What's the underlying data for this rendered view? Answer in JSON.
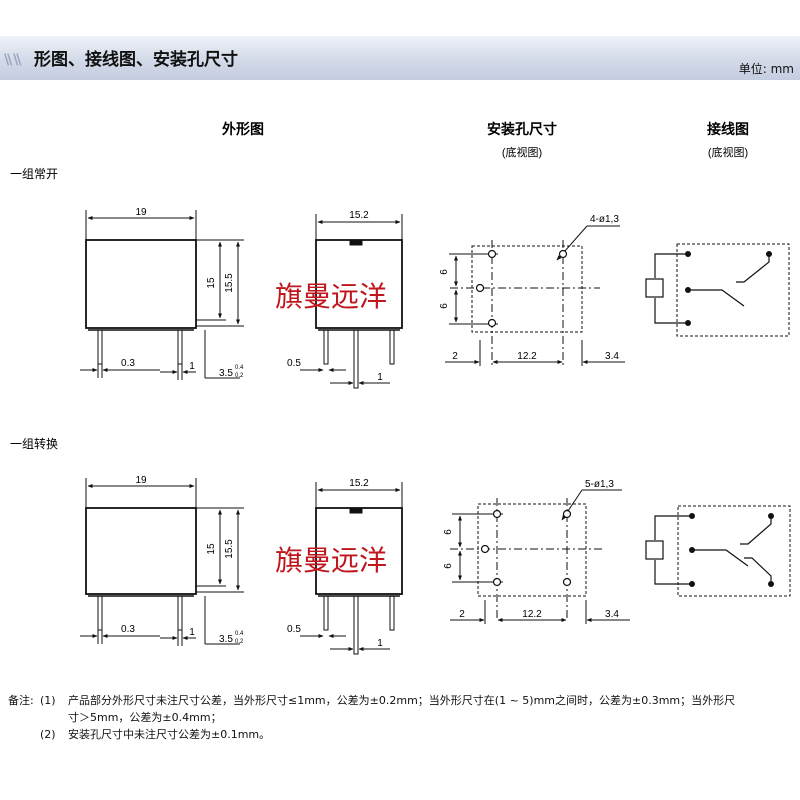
{
  "header": {
    "title": "形图、接线图、安装孔尺寸",
    "unit": "单位: mm"
  },
  "columns": {
    "outline": "外形图",
    "mounting": "安装孔尺寸",
    "mounting_sub": "(底视图)",
    "wiring": "接线图",
    "wiring_sub": "(底视图)"
  },
  "groups": [
    {
      "name": "一组常开",
      "hole_label": "4-ø1,3",
      "watermark": "旗曼远洋"
    },
    {
      "name": "一组转换",
      "hole_label": "5-ø1,3",
      "watermark": "旗曼远洋"
    }
  ],
  "dims": {
    "width": "19",
    "depth": "15.2",
    "h1": "15",
    "h2": "15.5",
    "pin_thick": "0.3",
    "pin_w": "1",
    "pin_len": "3.5",
    "tol_up": "0.4",
    "tol_dn": "0.2",
    "pin_t2": "0.5",
    "pin_w2": "1",
    "pitch1": "6",
    "pitch2": "6",
    "off_left": "2",
    "span": "12.2",
    "off_right": "3.4"
  },
  "notes": {
    "label": "备注:",
    "n1_num": "(1)",
    "n1_line1": "产品部分外形尺寸未注尺寸公差，当外形尺寸≤1mm，公差为±0.2mm；当外形尺寸在(1 ~ 5)mm之间时，公差为±0.3mm；当外形尺",
    "n1_line2": "寸＞5mm，公差为±0.4mm；",
    "n2_num": "(2)",
    "n2_text": "安装孔尺寸中未注尺寸公差为±0.1mm。"
  },
  "colors": {
    "watermark": "#c0161d",
    "line": "#111111",
    "header_band": "#d3dae8"
  }
}
